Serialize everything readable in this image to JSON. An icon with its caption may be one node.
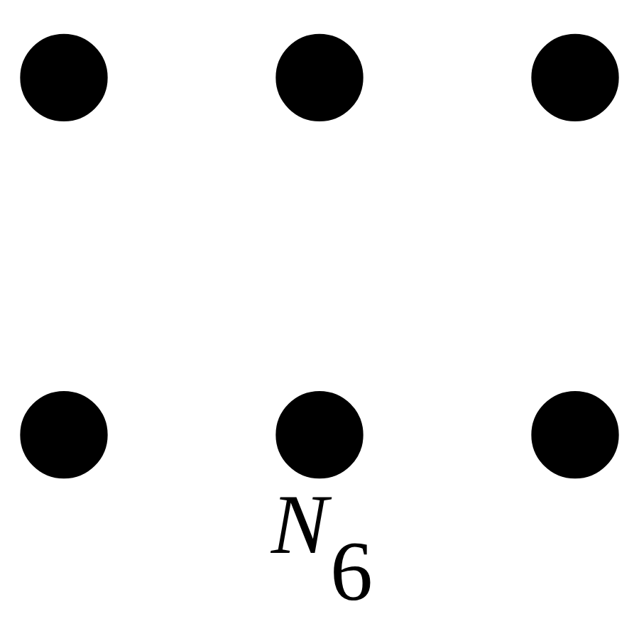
{
  "diagram": {
    "caption": "*N*$_{6}$",
    "nodes": [
      {
        "text": [],
        "shape": "circle"
      },
      {
        "text": [],
        "shape": "circle"
      },
      {
        "text": [],
        "shape": "circle"
      },
      {
        "text": [],
        "shape": "circle"
      },
      {
        "text": [],
        "shape": "circle"
      },
      {
        "text": [],
        "shape": "circle"
      }
    ],
    "edges": []
  }
}
